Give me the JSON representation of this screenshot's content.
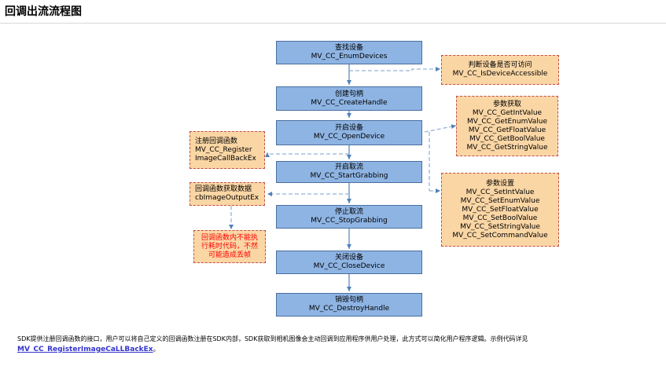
{
  "title": "回调出流流程图",
  "steps": [
    {
      "cn": "查找设备",
      "fn": "MV_CC_EnumDevices"
    },
    {
      "cn": "创建句柄",
      "fn": "MV_CC_CreateHandle"
    },
    {
      "cn": "开启设备",
      "fn": "MV_CC_OpenDevice"
    },
    {
      "cn": "开启取流",
      "fn": "MV_CC_StartGrabbing"
    },
    {
      "cn": "停止取流",
      "fn": "MV_CC_StopGrabbing"
    },
    {
      "cn": "关闭设备",
      "fn": "MV_CC_CloseDevice"
    },
    {
      "cn": "销毁句柄",
      "fn": "MV_CC_DestroyHandle"
    }
  ],
  "accessible": {
    "cn": "判断设备是否可访问",
    "fn": "MV_CC_IsDeviceAccessible"
  },
  "param_get": {
    "cn": "参数获取",
    "items": [
      "MV_CC_GetIntValue",
      "MV_CC_GetEnumValue",
      "MV_CC_GetFloatValue",
      "MV_CC_GetBoolValue",
      "MV_CC_GetStringValue"
    ]
  },
  "param_set": {
    "cn": "参数设置",
    "items": [
      "MV_CC_SetIntValue",
      "MV_CC_SetEnumValue",
      "MV_CC_SetFloatValue",
      "MV_CC_SetBoolValue",
      "MV_CC_SetStringValue",
      "MV_CC_SetCommandValue"
    ]
  },
  "register": {
    "cn": "注册回调函数",
    "l1": "MV_CC_Register",
    "l2": "ImageCallBackEx"
  },
  "callback": {
    "cn": "回调函数获取数据",
    "fn": "cbImageOutputEx"
  },
  "warning": {
    "l1": "回调函数内不能执",
    "l2": "行耗时代码，不然",
    "l3": "可能造成丢帧"
  },
  "footer": {
    "text": "SDK提供注册回调函数的接口，用户可以将自己定义的回调函数注册在SDK内部，SDK获取到相机图像会主动回调到应用程序供用户处理，此方式可以简化用户程序逻辑。示例代码详见",
    "link": "MV_CC_RegisterImageCaLLBackEx",
    "suffix": "。"
  },
  "colors": {
    "step_fill": "#8eb4e3",
    "side_fill": "#fad6a5",
    "side_border": "#c0504d",
    "arrow": "#4f81bd",
    "dashed": "#95b3d7",
    "warning_text": "#ff0000",
    "link": "#3333cc"
  }
}
